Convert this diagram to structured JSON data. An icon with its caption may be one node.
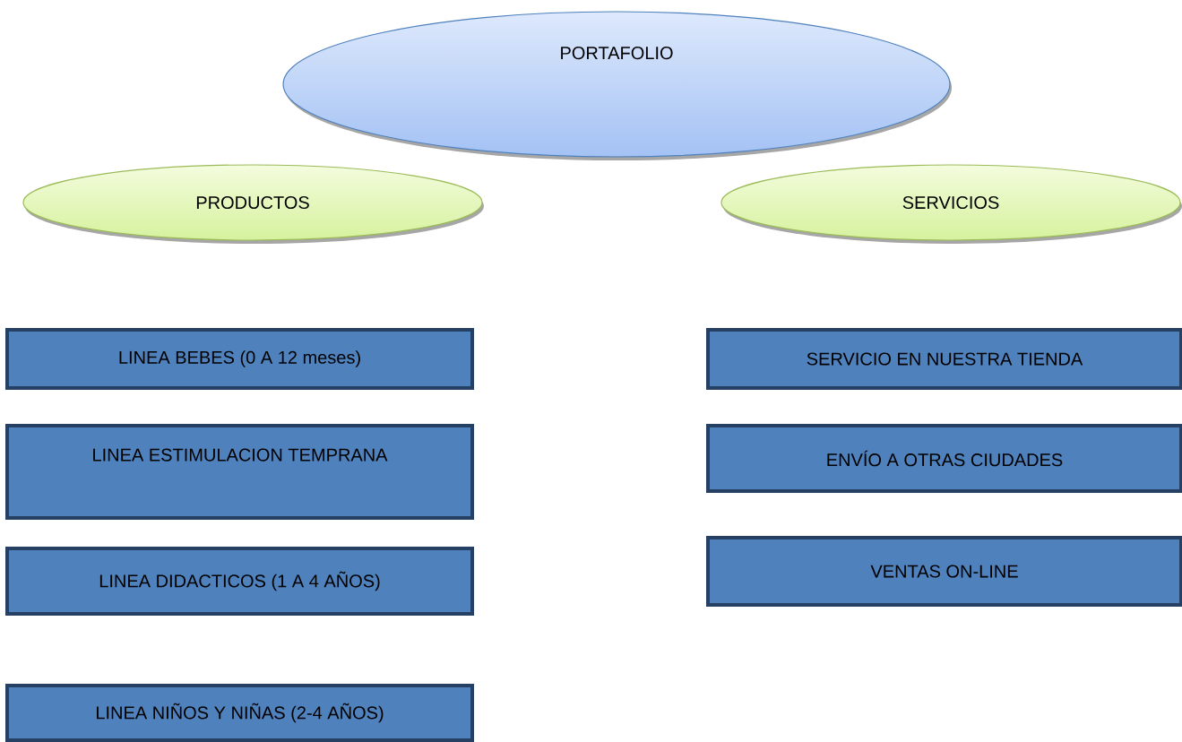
{
  "diagram": {
    "nodes": [
      {
        "text": [
          "PORTAFOLIO"
        ]
      },
      {
        "text": [
          "PRODUCTOS"
        ]
      },
      {
        "text": [
          "SERVICIOS"
        ]
      },
      {
        "text": [
          "LINEA BEBES  (0 A 12 meses)"
        ]
      },
      {
        "text": [
          "LINEA ESTIMULACION TEMPRANA"
        ]
      },
      {
        "text": [
          "LINEA DIDACTICOS (1 A 4 AÑOS)"
        ]
      },
      {
        "text": [
          "LINEA NIÑOS Y NIÑAS (2-4 AÑOS)"
        ]
      },
      {
        "text": [
          "SERVICIO EN NUESTRA TIENDA"
        ]
      },
      {
        "text": [
          "ENVÍO A OTRAS CIUDADES"
        ]
      },
      {
        "text": [
          "VENTAS ON-LINE"
        ]
      }
    ],
    "edges": []
  }
}
